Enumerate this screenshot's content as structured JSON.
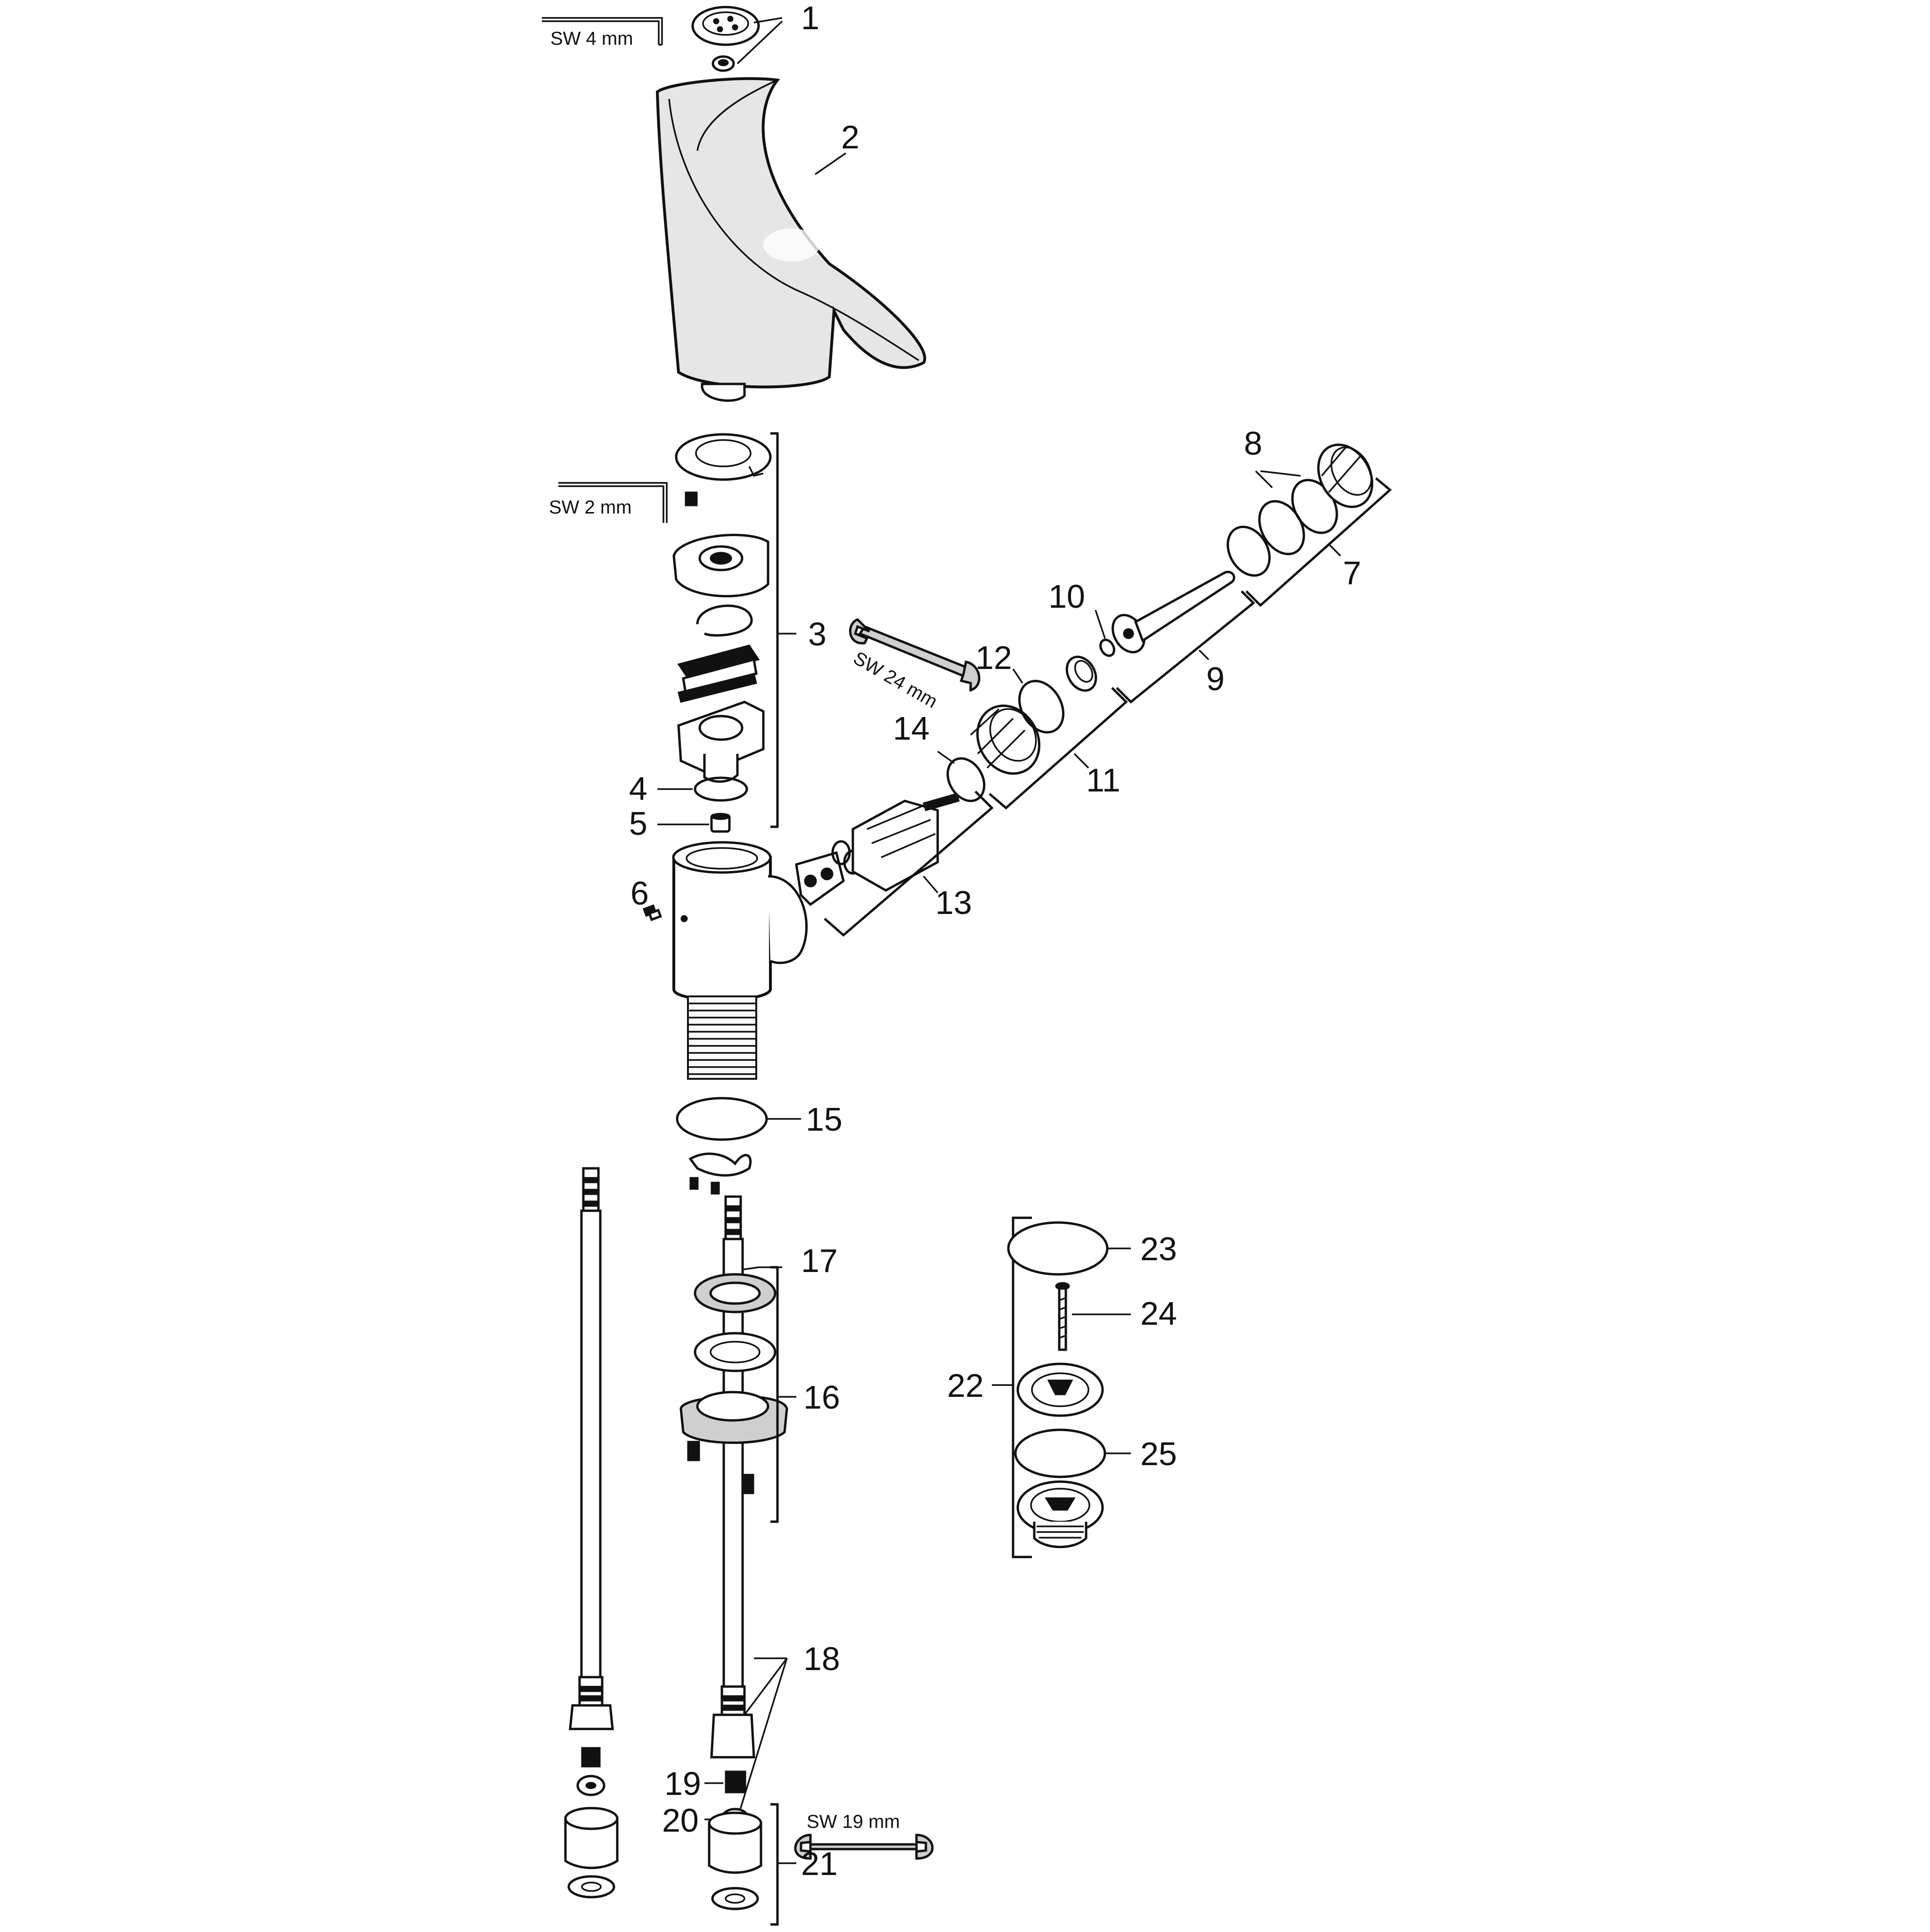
{
  "callouts": {
    "c1": "1",
    "c2": "2",
    "c3": "3",
    "c4": "4",
    "c5": "5",
    "c6": "6",
    "c7": "7",
    "c8": "8",
    "c9": "9",
    "c10": "10",
    "c11": "11",
    "c12": "12",
    "c13": "13",
    "c14": "14",
    "c15": "15",
    "c16": "16",
    "c17": "17",
    "c18": "18",
    "c19": "19",
    "c20": "20",
    "c21": "21",
    "c22": "22",
    "c23": "23",
    "c24": "24",
    "c25": "25"
  },
  "tools": {
    "hex_key_4": "SW 4 mm",
    "hex_key_2": "SW 2 mm",
    "wrench_24": "SW 24 mm",
    "wrench_19": "SW 19 mm"
  }
}
